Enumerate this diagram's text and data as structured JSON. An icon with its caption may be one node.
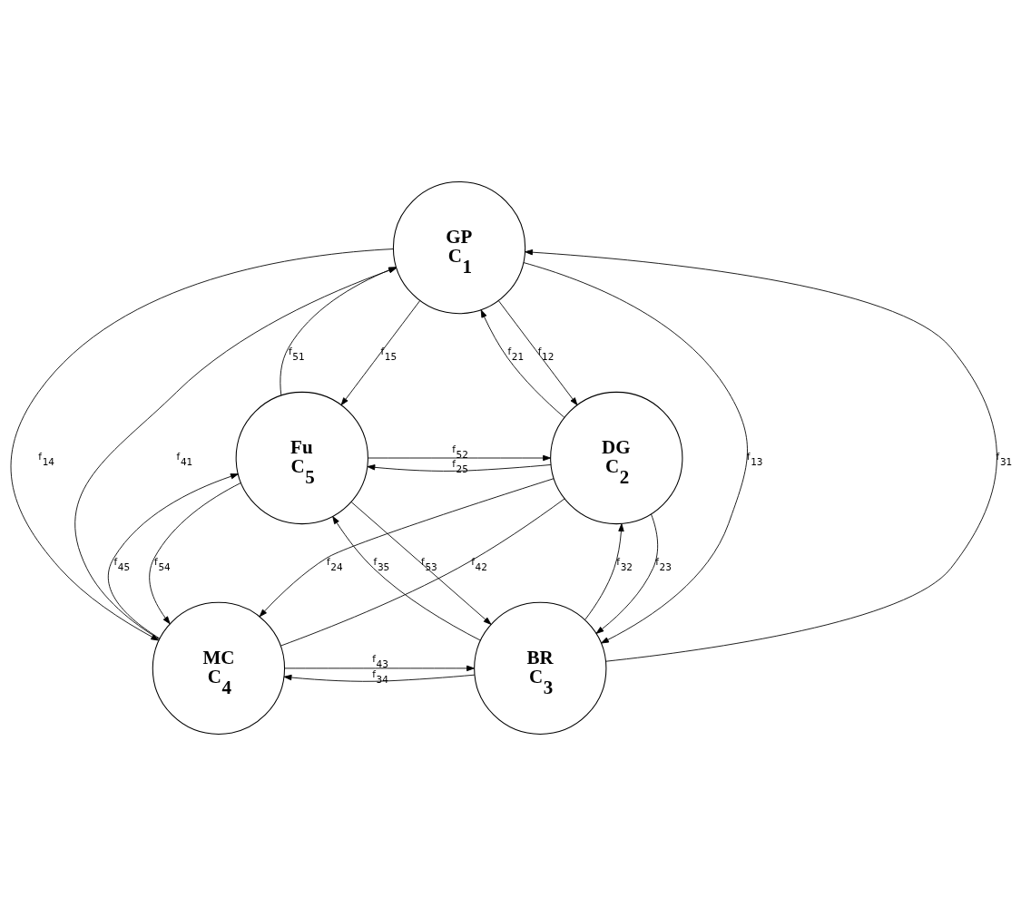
{
  "diagram": {
    "nodes": [
      {
        "text": [
          "GP",
          "C$_{1}$"
        ]
      },
      {
        "text": [
          "DG",
          "C$_{2}$"
        ]
      },
      {
        "text": [
          "BR",
          "C$_{3}$"
        ]
      },
      {
        "text": [
          "MC",
          "C$_{4}$"
        ]
      },
      {
        "text": [
          "Fu",
          "C$_{5}$"
        ]
      }
    ],
    "edges": [
      {
        "from": 4,
        "to": 0,
        "arrow": "to",
        "label": "f$_{51}$"
      },
      {
        "from": 0,
        "to": 4,
        "arrow": "to",
        "label": "f$_{15}$"
      },
      {
        "from": 0,
        "to": 1,
        "arrow": "to",
        "label": "f$_{12}$"
      },
      {
        "from": 1,
        "to": 0,
        "arrow": "to",
        "label": "f$_{21}$"
      },
      {
        "from": 4,
        "to": 1,
        "arrow": "to",
        "label": "f$_{52}$"
      },
      {
        "from": 1,
        "to": 4,
        "arrow": "to",
        "label": "f$_{25}$"
      },
      {
        "from": 3,
        "to": 0,
        "arrow": "to",
        "label": "f$_{41}$"
      },
      {
        "from": 0,
        "to": 3,
        "arrow": "to",
        "label": "f$_{14}$"
      },
      {
        "from": 2,
        "to": 0,
        "arrow": "to",
        "label": "f$_{31}$"
      },
      {
        "from": 0,
        "to": 2,
        "arrow": "to",
        "label": "f$_{13}$"
      },
      {
        "from": 2,
        "to": 4,
        "arrow": "to",
        "label": "f$_{35}$"
      },
      {
        "from": 4,
        "to": 2,
        "arrow": "to",
        "label": "f$_{53}$"
      },
      {
        "from": 1,
        "to": 3,
        "arrow": "to",
        "label": "f$_{24}$"
      },
      {
        "from": 3,
        "to": 1,
        "arrow": "none",
        "label": "f$_{42}$"
      },
      {
        "from": 2,
        "to": 1,
        "arrow": "to",
        "label": "f$_{32}$"
      },
      {
        "from": 1,
        "to": 2,
        "arrow": "to",
        "label": "f$_{23}$"
      },
      {
        "from": 4,
        "to": 3,
        "arrow": "to",
        "label": "f$_{54}$"
      },
      {
        "from": 3,
        "to": 4,
        "arrow": "to",
        "label": "f$_{45}$"
      },
      {
        "from": 3,
        "to": 2,
        "arrow": "to",
        "label": "f$_{43}$"
      },
      {
        "from": 2,
        "to": 3,
        "arrow": "to",
        "label": "f$_{34}$"
      }
    ]
  }
}
